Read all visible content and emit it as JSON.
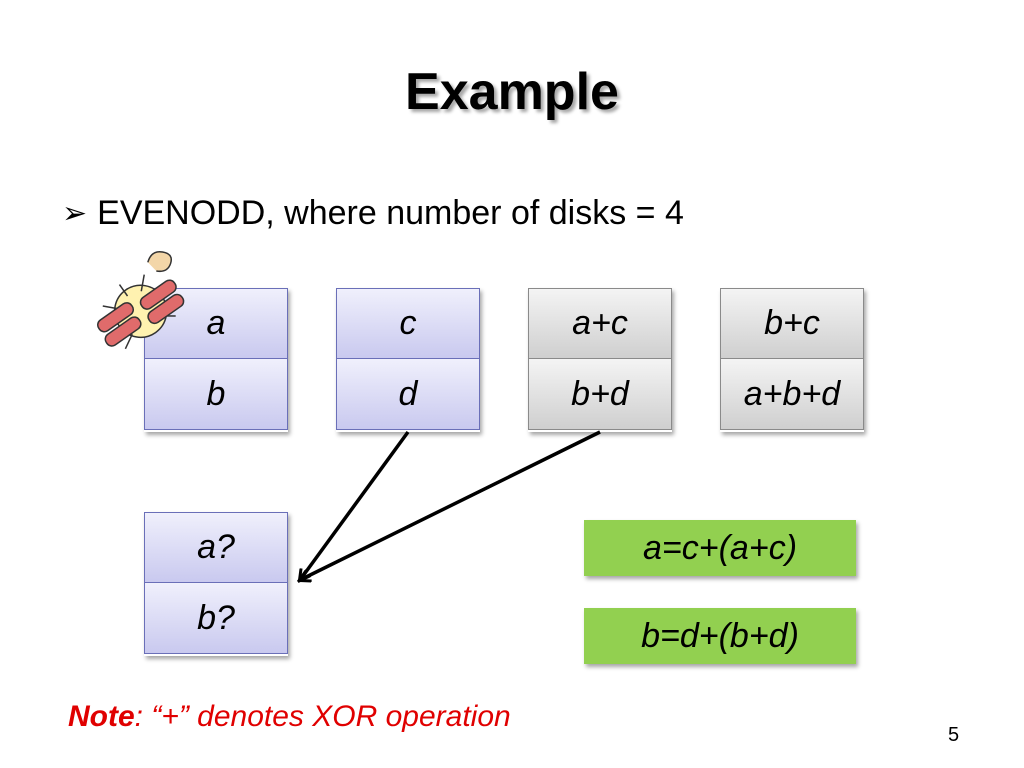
{
  "title": "Example",
  "bullet": {
    "marker": "➢",
    "text": "EVENODD, where number of disks = 4"
  },
  "disks": [
    {
      "top": "a",
      "bottom": "b",
      "kind": "data"
    },
    {
      "top": "c",
      "bottom": "d",
      "kind": "data"
    },
    {
      "top": "a+c",
      "bottom": "b+d",
      "kind": "parity"
    },
    {
      "top": "b+c",
      "bottom": "a+b+d",
      "kind": "parity"
    }
  ],
  "recovered_disk": {
    "top": "a?",
    "bottom": "b?"
  },
  "equations": [
    "a=c+(a+c)",
    "b=d+(b+d)"
  ],
  "note": {
    "label": "Note",
    "text": ": “+” denotes XOR operation"
  },
  "page_number": "5",
  "colors": {
    "equation_bg": "#92d050",
    "note": "#e00000"
  },
  "icons": {
    "failure": "exploding-dynamite-icon"
  }
}
